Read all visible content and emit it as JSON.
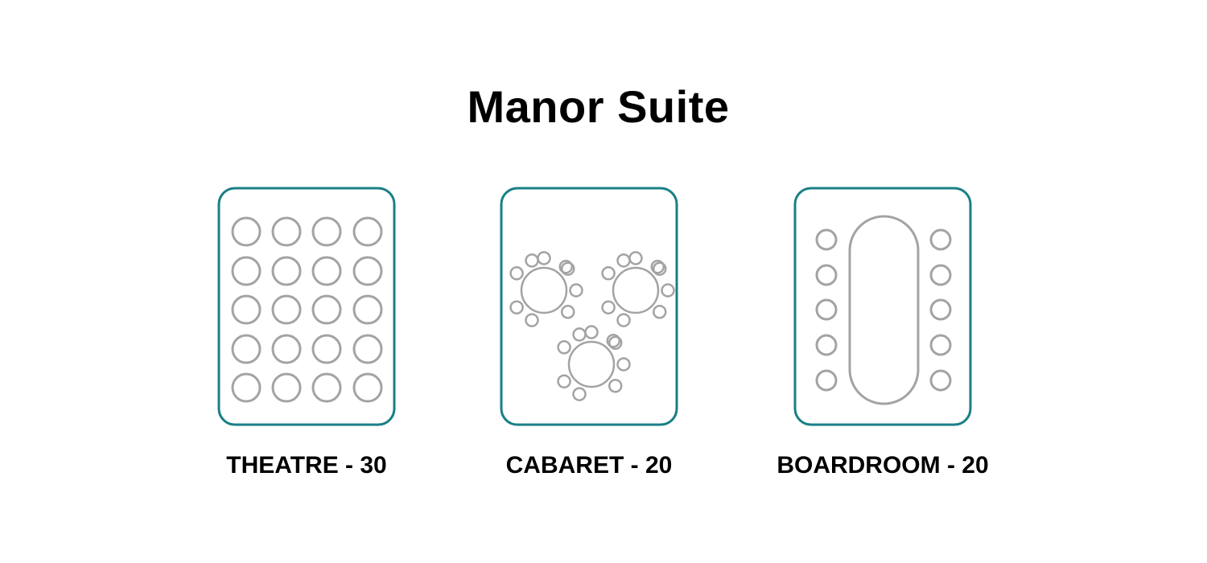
{
  "title": "Manor Suite",
  "colors": {
    "frame": "#1a7f86",
    "seat": "#a3a3a3",
    "text": "#000000",
    "background": "#ffffff"
  },
  "layouts": [
    {
      "id": "theatre",
      "label": "THEATRE - 30",
      "icon": "theatre-seating-icon"
    },
    {
      "id": "cabaret",
      "label": "CABARET - 20",
      "icon": "cabaret-seating-icon"
    },
    {
      "id": "boardroom",
      "label": "BOARDROOM - 20",
      "icon": "boardroom-seating-icon"
    }
  ]
}
